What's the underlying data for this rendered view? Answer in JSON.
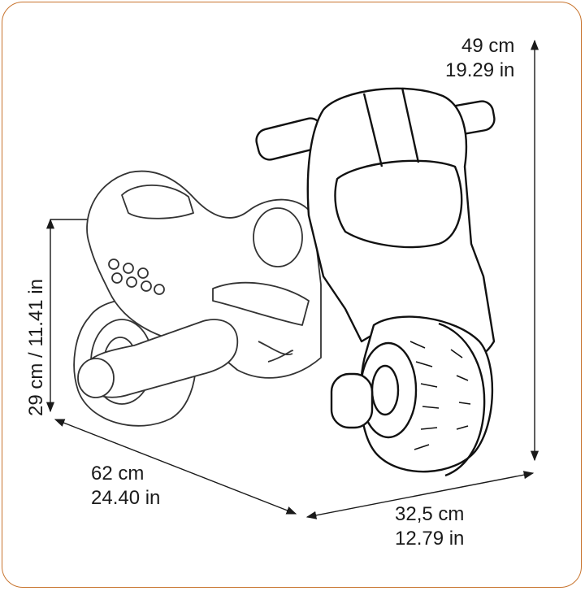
{
  "dimensions": {
    "height": {
      "metric": "49 cm",
      "imperial": "19.29 in"
    },
    "depth": {
      "metric": "62 cm",
      "imperial": "24.40 in"
    },
    "width": {
      "metric": "32,5 cm",
      "imperial": "12.79 in"
    },
    "seat_height": {
      "label": "29 cm / 11.41 in"
    }
  },
  "colors": {
    "frame": "#c8742e",
    "line": "#1a1a1a"
  }
}
